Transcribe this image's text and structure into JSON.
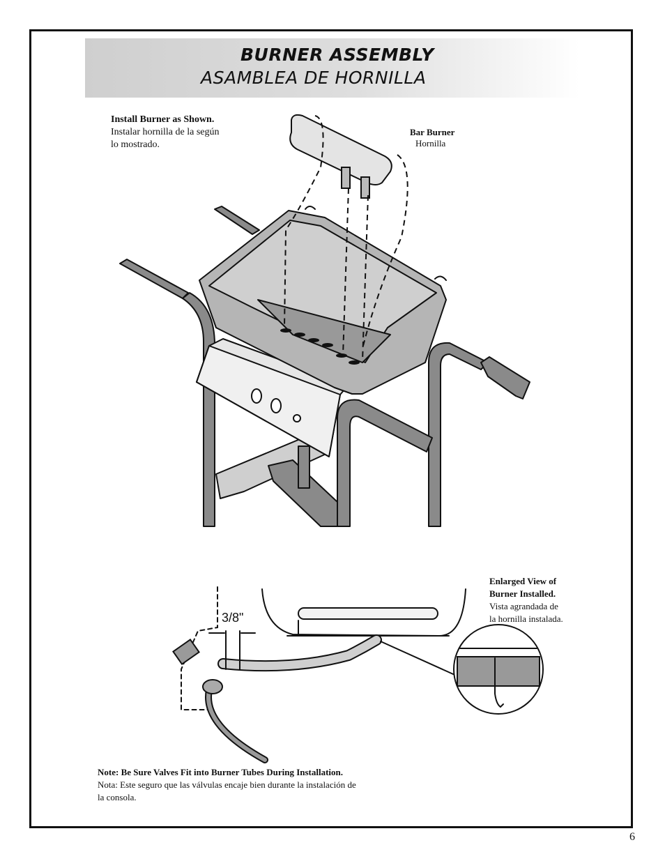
{
  "header": {
    "title_en": "BURNER ASSEMBLY",
    "title_es": "ASAMBLEA DE HORNILLA"
  },
  "instructions": {
    "install_bold": "Install Burner as Shown.",
    "install_es_line1": "Instalar hornilla de la según",
    "install_es_line2": "lo mostrado."
  },
  "labels": {
    "bar_burner_bold": "Bar Burner",
    "bar_burner_es": "Hornilla",
    "dimension": "3/8\""
  },
  "enlarged": {
    "line1_bold": "Enlarged View of",
    "line2_bold": "Burner Installed.",
    "line3": "Vista agrandada de",
    "line4": "la hornilla instalada."
  },
  "note": {
    "bold": "Note:  Be Sure Valves Fit into Burner Tubes During Installation.",
    "es_line1": "Nota: Este seguro que las válvulas encaje bien durante la instalación de",
    "es_line2": "la consola."
  },
  "page_number": "6"
}
